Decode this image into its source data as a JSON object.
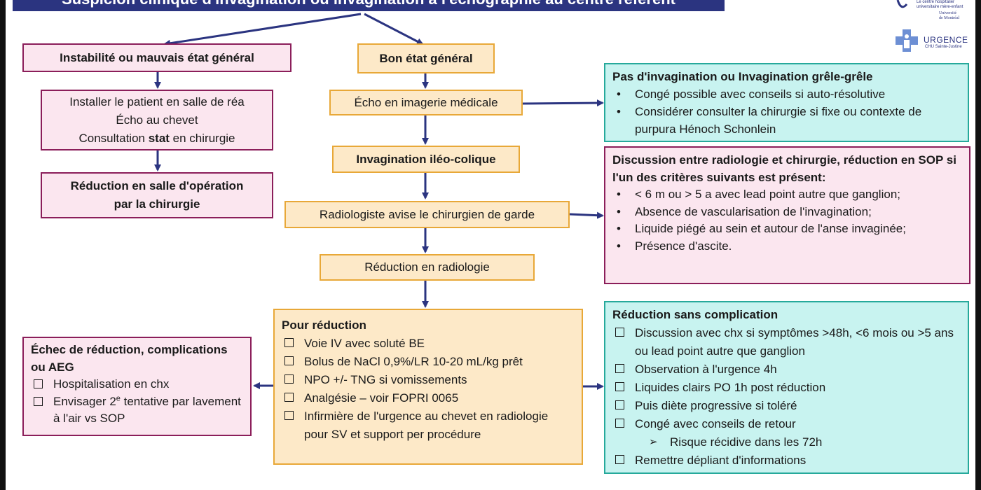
{
  "title": "Suspicion clinique d'invagination ou invagination à l'échographie au centre référent",
  "logos": {
    "chu_line1": "Le centre hospitalier",
    "chu_line2": "universitaire mère-enfant",
    "udem_line1": "Université",
    "udem_line2": "de Montréal",
    "urgence_name": "URGENCE",
    "urgence_sub": "CHU Sainte-Justine"
  },
  "left": {
    "unstable": "Instabilité ou mauvais état général",
    "install_lines": [
      "Installer le patient en salle de réa",
      "Écho au chevet"
    ],
    "consult_pre": "Consultation ",
    "consult_bold": "stat",
    "consult_post": " en chirurgie",
    "reduction_or": [
      "Réduction en salle d'opération",
      "par la chirurgie"
    ]
  },
  "center": {
    "good": "Bon état général",
    "echo": "Écho en imagerie médicale",
    "ileo": "Invagination iléo-colique",
    "radiologist": "Radiologiste avise le chirurgien de garde",
    "reduction_radio": "Réduction en radiologie",
    "pour_title": "Pour réduction",
    "pour_items": {
      "iv": "Voie IV avec soluté BE",
      "bolus": "Bolus de NaCl 0,9%/LR 10-20 mL/kg prêt",
      "npo": "NPO +/- TNG si vomissements",
      "analgesie": "Analgésie – voir FOPRI 0065",
      "nurse": "Infirmière de l'urgence au chevet en radiologie pour SV et support per procédure"
    }
  },
  "right": {
    "no_inv_title": "Pas d'invagination ou Invagination grêle-grêle",
    "no_inv_items": [
      "Congé possible avec conseils si auto-résolutive",
      "Considérer consulter la chirurgie si fixe ou contexte de purpura Hénoch Schonlein"
    ],
    "discussion_title": "Discussion entre radiologie et chirurgie, réduction en SOP si l'un des critères suivants est présent:",
    "discussion_items": [
      "< 6 m ou > 5 a avec lead point autre que ganglion;",
      "Absence de vascularisation de l'invagination;",
      "Liquide piégé au sein et autour de l'anse invaginée;",
      "Présence d'ascite."
    ],
    "success_title": "Réduction sans complication",
    "success_items": {
      "discussion": "Discussion avec chx si symptômes >48h,  <6 mois ou >5 ans ou lead point autre que ganglion",
      "observation": "Observation à l'urgence 4h",
      "liquides": "Liquides clairs PO 1h post réduction",
      "diete": "Puis diète progressive si toléré",
      "conge": "Congé avec conseils de retour",
      "risque": "Risque récidive dans les 72h",
      "depliant": "Remettre dépliant d'informations"
    }
  },
  "failure": {
    "title": "Échec de réduction, complications ou AEG",
    "hosp": "Hospitalisation en chx",
    "env_pre": "Envisager 2",
    "env_sup": "e",
    "env_post": " tentative par lavement à l'air vs SOP"
  },
  "colors": {
    "navy": "#2b3480",
    "purple_border": "#8b1e5a",
    "purple_fill": "#fbe6ef",
    "orange_border": "#e8a838",
    "orange_fill": "#fde9c8",
    "teal_border": "#26a99b",
    "teal_fill": "#c8f3f0",
    "arrow": "#2b3480"
  }
}
